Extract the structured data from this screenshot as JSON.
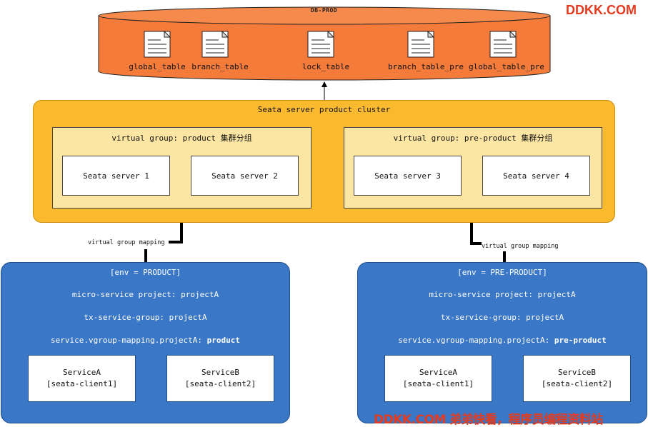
{
  "watermark_top": "DDKK.COM",
  "watermark_bottom": "DDKK.COM 弟弟快看，程序员编程资料站",
  "database": {
    "title": "DB-PROD",
    "tables": [
      "global_table",
      "branch_table",
      "lock_table",
      "branch_table_pre",
      "global_table_pre"
    ]
  },
  "cluster": {
    "title": "Seata server product cluster",
    "groups": [
      {
        "title": "virtual group: product 集群分组",
        "servers": [
          "Seata server 1",
          "Seata server 2"
        ]
      },
      {
        "title": "virtual group: pre-product 集群分组",
        "servers": [
          "Seata server 3",
          "Seata server 4"
        ]
      }
    ]
  },
  "mapping_label": "virtual group mapping",
  "environments": [
    {
      "env": "[env = PRODUCT]",
      "project": "micro-service project: projectA",
      "tx_group": "tx-service-group: projectA",
      "mapping_prefix": "service.vgroup-mapping.projectA:",
      "mapping_value": "product",
      "clients": [
        {
          "name": "ServiceA",
          "client": "[seata-client1]"
        },
        {
          "name": "ServiceB",
          "client": "[seata-client2]"
        }
      ]
    },
    {
      "env": "[env = PRE-PRODUCT]",
      "project": "micro-service project: projectA",
      "tx_group": "tx-service-group: projectA",
      "mapping_prefix": "service.vgroup-mapping.projectA:",
      "mapping_value": "pre-product",
      "clients": [
        {
          "name": "ServiceA",
          "client": "[seata-client1]"
        },
        {
          "name": "ServiceB",
          "client": "[seata-client2]"
        }
      ]
    }
  ],
  "colors": {
    "database_fill": "#f47b3a",
    "cluster_fill": "#fbb92e",
    "group_fill": "#fde6a3",
    "env_fill": "#3a77c6",
    "watermark": "#e53a1d"
  }
}
